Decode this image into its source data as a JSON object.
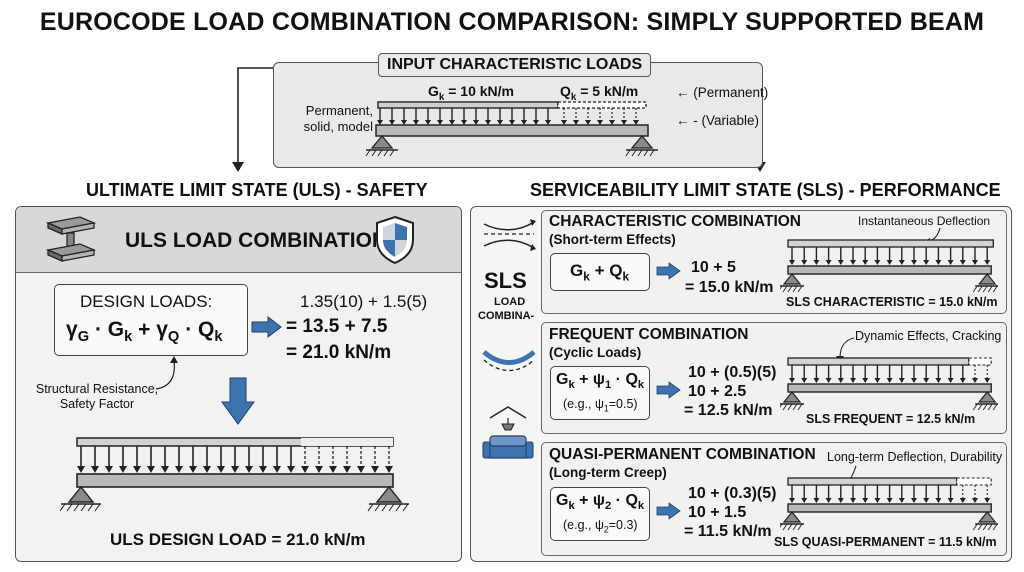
{
  "title": "EUROCODE LOAD COMBINATION COMPARISON: SIMPLY SUPPORTED BEAM",
  "input": {
    "header": "INPUT CHARACTERISTIC LOADS",
    "gk_label": "G",
    "gk_sub": "k",
    "gk_value": " = 10 kN/m",
    "qk_label": "Q",
    "qk_sub": "k",
    "qk_value": " = 5 kN/m",
    "legend_permanent": "(Permanent)",
    "legend_variable": "(Variable)",
    "side_note_line1": "Permanent,",
    "side_note_line2": "solid, model"
  },
  "uls": {
    "section_title": "ULTIMATE LIMIT STATE (ULS) - SAFETY",
    "combination_title": "ULS LOAD COMBINATION",
    "design_loads_label": "DESIGN LOADS:",
    "formula_gamma_g": "γ",
    "formula_gamma_g_sub": "G",
    "formula_part2": " · G",
    "formula_part2_sub": "k",
    "formula_plus": " + γ",
    "formula_gamma_q_sub": "Q",
    "formula_part4": " · Q",
    "formula_part4_sub": "k",
    "calc_line1": "1.35(10) + 1.5(5)",
    "calc_line2": "= 13.5 + 7.5",
    "calc_line3": "= 21.0 kN/m",
    "note_line1": "Structural Resistance,",
    "note_line2": "Safety Factor",
    "result": "ULS DESIGN LOAD = 21.0 kN/m"
  },
  "sls": {
    "section_title": "SERVICEABILITY LIMIT STATE (SLS) - PERFORMANCE",
    "side_title": "SLS",
    "side_sub1": "LOAD",
    "side_sub2": "COMBINA-",
    "characteristic": {
      "title": "CHARACTERISTIC COMBINATION",
      "subtitle": "(Short-term Effects)",
      "formula_a": "G",
      "formula_a_sub": "k",
      "formula_b": " + Q",
      "formula_b_sub": "k",
      "calc_line1": "10 + 5",
      "calc_line2": "= 15.0 kN/m",
      "annotation": "Instantaneous Deflection",
      "result": "SLS CHARACTERISTIC = 15.0 kN/m"
    },
    "frequent": {
      "title": "FREQUENT COMBINATION",
      "subtitle": "(Cyclic Loads)",
      "formula_a": "G",
      "formula_a_sub": "k",
      "formula_b": " + ψ",
      "formula_b_sub": "1",
      "formula_c": " · Q",
      "formula_c_sub": "k",
      "example": "(e.g., ψ",
      "example_sub": "1",
      "example_end": "=0.5)",
      "calc_line1": "10 + (0.5)(5)",
      "calc_line2": "10 + 2.5",
      "calc_line3": "= 12.5 kN/m",
      "annotation": "Dynamic Effects, Cracking",
      "result": "SLS FREQUENT = 12.5 kN/m"
    },
    "quasi": {
      "title": "QUASI-PERMANENT COMBINATION",
      "subtitle": "(Long-term Creep)",
      "formula_a": "G",
      "formula_a_sub": "k",
      "formula_b": " + ψ",
      "formula_b_sub": "2",
      "formula_c": " · Q",
      "formula_c_sub": "k",
      "example": "(e.g., ψ",
      "example_sub": "2",
      "example_end": "=0.3)",
      "calc_line1": "10 + (0.3)(5)",
      "calc_line2": "10 + 1.5",
      "calc_line3": "= 11.5 kN/m",
      "annotation": "Long-term Deflection, Durability",
      "result": "SLS QUASI-PERMANENT = 11.5 kN/m"
    }
  },
  "colors": {
    "accent_blue": "#3f73b0",
    "panel_gray": "#ececec",
    "beam_gray": "#b8b8b8",
    "load_gray": "#d3d3d3"
  },
  "icons": [
    "i-beam-icon",
    "shield-icon",
    "wind-icon",
    "sag-beam-icon",
    "home-icon",
    "arrow-right-icon",
    "arrow-down-icon"
  ]
}
